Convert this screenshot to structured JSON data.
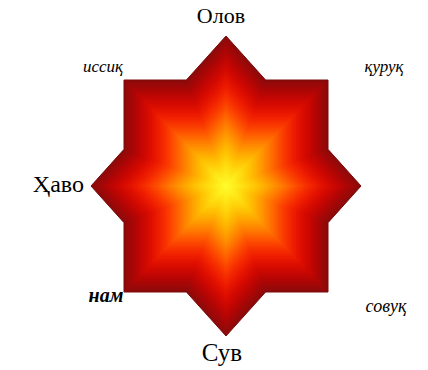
{
  "diagram": {
    "labels": [
      "Олов",
      "иссиқ",
      "қуруқ",
      "Ҳаво",
      "нам",
      "совуқ",
      "Сув"
    ]
  }
}
